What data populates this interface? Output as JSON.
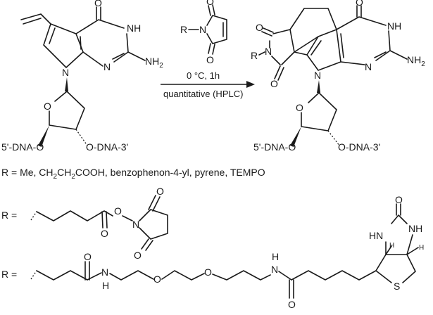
{
  "reagent": {
    "atoms": {
      "O_top": "O",
      "R": "R",
      "N": "N",
      "O_bottom": "O"
    }
  },
  "conditions": {
    "line1": "0 °C, 1h",
    "line2": "quantitative (HPLC)"
  },
  "starting_material": {
    "atoms": {
      "O_carbonyl": "O",
      "NH": "NH",
      "N_pyrimidine": "N",
      "NH2_main": "NH",
      "NH2_sub": "2",
      "N_pyrrole": "N",
      "O_sugar": "O"
    },
    "labels": {
      "dna5": "5'-DNA-O",
      "dna3": "O-DNA-3'"
    }
  },
  "product": {
    "atoms": {
      "O_imide_top": "O",
      "R": "R",
      "N_imide": "N",
      "O_imide_bottom": "O",
      "O_carbonyl": "O",
      "NH": "NH",
      "N_pyrimidine": "N",
      "NH2_main": "NH",
      "NH2_sub": "2",
      "N_pyrrole": "N",
      "O_sugar": "O"
    },
    "labels": {
      "dna5": "5'-DNA-O",
      "dna3": "O-DNA-3'"
    }
  },
  "r_definition": {
    "prefix": "R = Me, CH",
    "s1": "2",
    "mid1": "CH",
    "s2": "2",
    "suffix": "COOH, benzophenon-4-yl, pyrene, TEMPO"
  },
  "r_nhs": {
    "label": "R =",
    "atoms": {
      "O_ester_carbonyl": "O",
      "O_ester": "O",
      "N": "N",
      "O_top": "O",
      "O_bottom": "O"
    }
  },
  "r_biotin": {
    "label": "R =",
    "atoms": {
      "O_amide1": "O",
      "N_amide1": "N",
      "H_amide1": "H",
      "O_ether1": "O",
      "O_ether2": "O",
      "H_amide2": "H",
      "N_amide2": "N",
      "O_amide2": "O",
      "O_urea": "O",
      "HN_urea": "HN",
      "NH_urea": "NH",
      "S": "S",
      "H_bridge1": "H",
      "H_bridge2": "H"
    }
  }
}
